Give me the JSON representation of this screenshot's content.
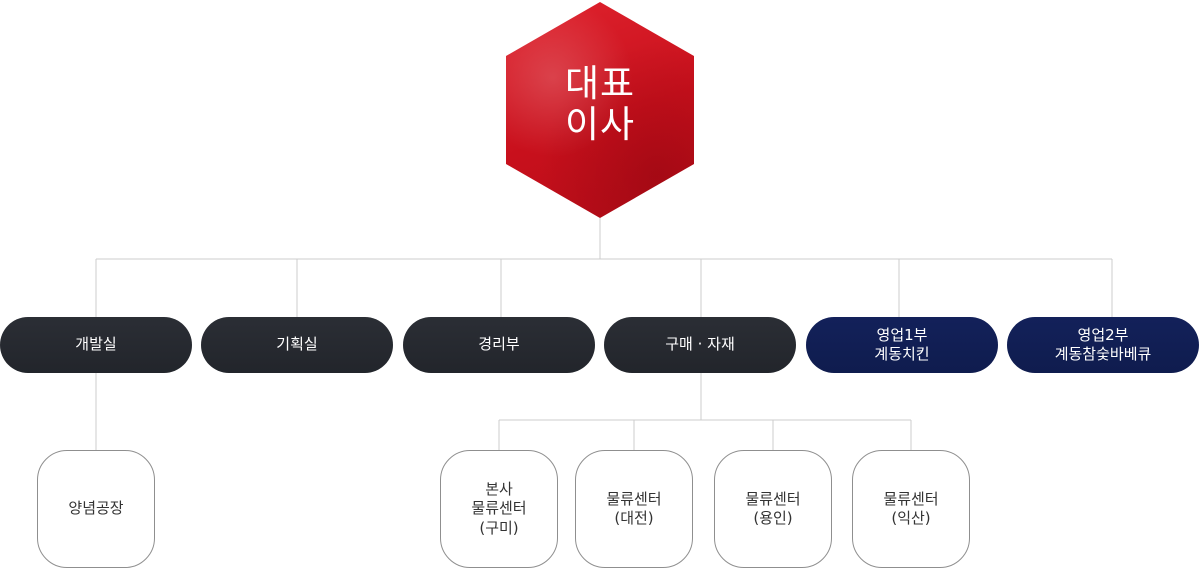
{
  "ceo": {
    "line1": "대표",
    "line2": "이사"
  },
  "departments": [
    {
      "lines": [
        "개발실"
      ]
    },
    {
      "lines": [
        "기획실"
      ]
    },
    {
      "lines": [
        "경리부"
      ]
    },
    {
      "lines": [
        "구매 · 자재"
      ]
    },
    {
      "lines": [
        "영업1부",
        "계동치킨"
      ]
    },
    {
      "lines": [
        "영업2부",
        "계동참숯바베큐"
      ]
    }
  ],
  "units": [
    {
      "lines": [
        "양념공장"
      ]
    },
    {
      "lines": [
        "본사",
        "물류센터",
        "(구미)"
      ]
    },
    {
      "lines": [
        "물류센터",
        "(대전)"
      ]
    },
    {
      "lines": [
        "물류센터",
        "(용인)"
      ]
    },
    {
      "lines": [
        "물류센터",
        "(익산)"
      ]
    }
  ],
  "colors": {
    "ceo": "#d3151f",
    "dept_dark": "#25282e",
    "dept_navy": "#111e52",
    "connector": "#cccccc",
    "unit_border": "#8f8f8f"
  }
}
